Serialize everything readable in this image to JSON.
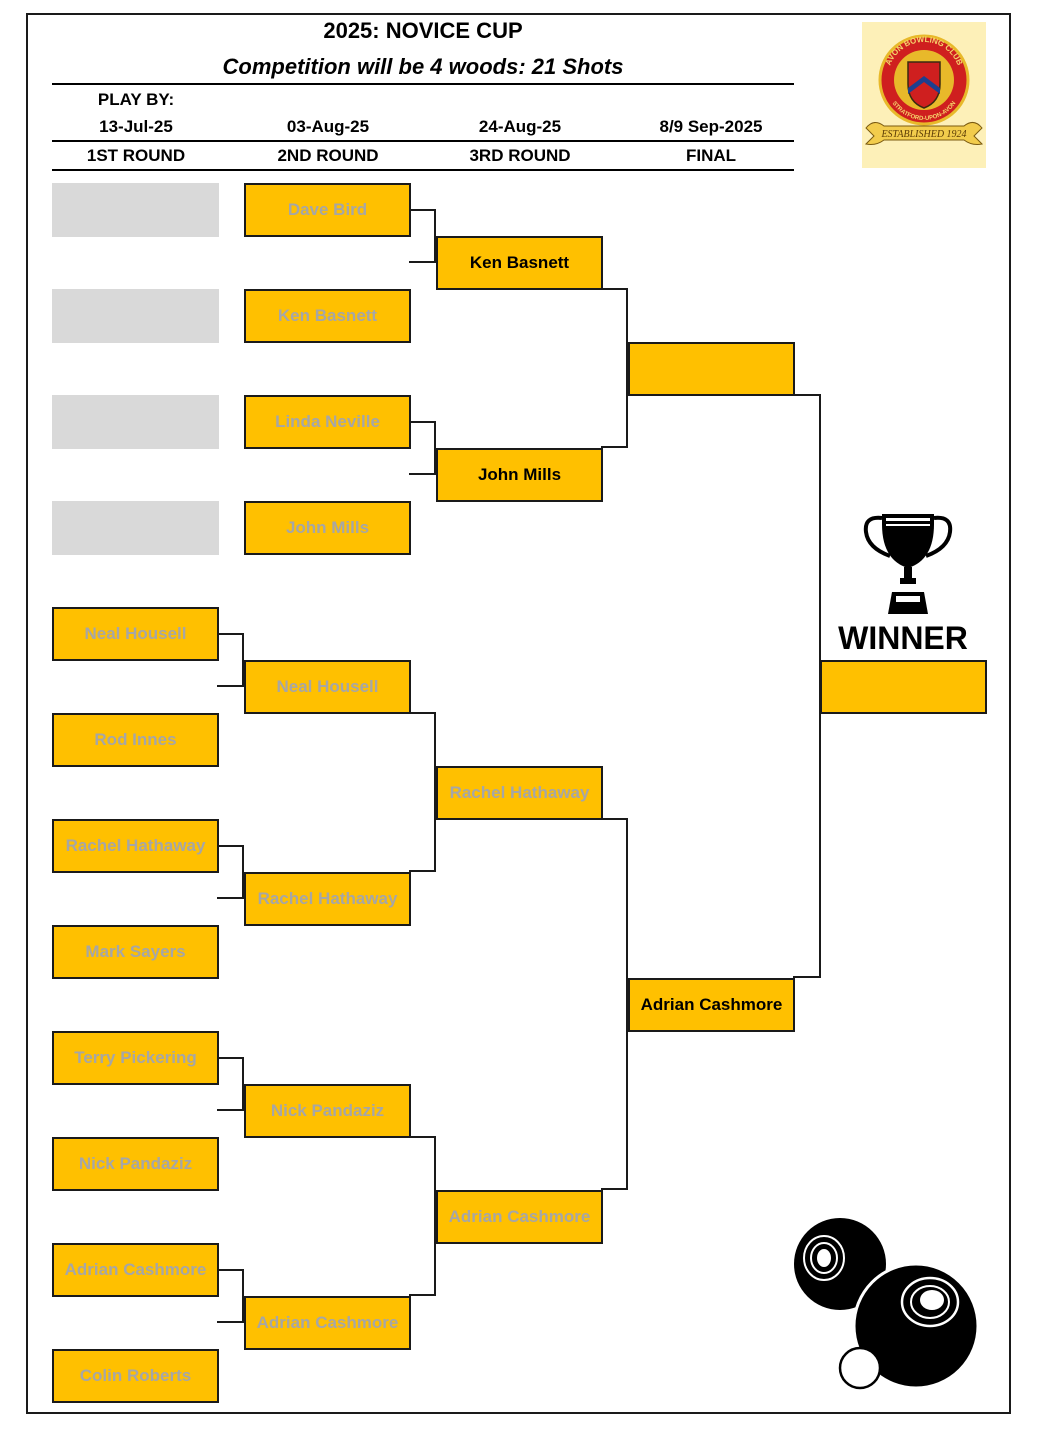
{
  "header": {
    "title": "2025: NOVICE CUP",
    "subtitle": "Competition will be 4 woods: 21 Shots",
    "play_by": "PLAY BY:"
  },
  "rounds": [
    {
      "date": "13-Jul-25",
      "name": "1ST ROUND"
    },
    {
      "date": "03-Aug-25",
      "name": "2ND ROUND"
    },
    {
      "date": "24-Aug-25",
      "name": "3RD ROUND"
    },
    {
      "date": "8/9 Sep-2025",
      "name": "FINAL"
    }
  ],
  "round1": [
    "",
    "",
    "",
    "",
    "Neal Housell",
    "Rod Innes",
    "Rachel Hathaway",
    "Mark Sayers",
    "Terry Pickering",
    "Nick Pandaziz",
    "Adrian Cashmore",
    "Colin Roberts"
  ],
  "round2": [
    "Dave Bird",
    "Ken Basnett",
    "Linda Neville",
    "John Mills",
    "Neal Housell",
    "Rachel Hathaway",
    "Nick Pandaziz",
    "Adrian Cashmore"
  ],
  "round3": [
    "Ken Basnett",
    "John Mills",
    "Rachel Hathaway",
    "Adrian Cashmore"
  ],
  "final": [
    "",
    "Adrian Cashmore"
  ],
  "winner": {
    "label": "WINNER",
    "name": ""
  },
  "logo": {
    "text_top": "AVON BOWLING CLUB",
    "text_bottom": "STRATFORD-UPON-AVON",
    "banner": "ESTABLISHED 1924"
  },
  "colors": {
    "box": "#ffc000",
    "bye": "#d9d9d9",
    "muted_text": "#a6a6a6",
    "line": "#1a1a1a"
  },
  "icons": [
    "trophy-icon",
    "bowls-icon",
    "club-crest-logo"
  ]
}
